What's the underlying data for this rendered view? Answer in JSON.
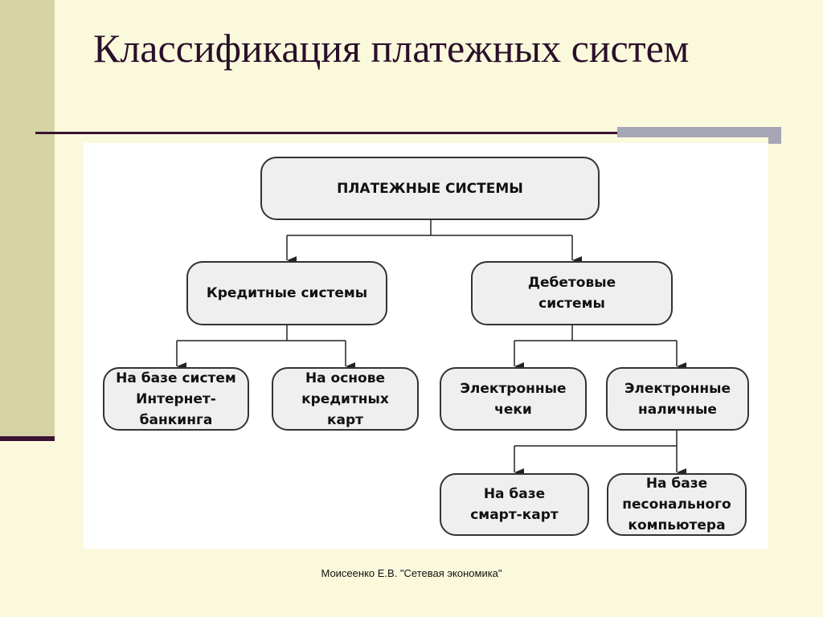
{
  "slide": {
    "title": "Классификация платежных систем",
    "footer": "Моисеенко Е.В. \"Сетевая экономика\""
  },
  "diagram": {
    "root": "ПЛАТЕЖНЫЕ СИСТЕМЫ",
    "credit": "Кредитные системы",
    "debit": "Дебетовые\nсистемы",
    "internet_banking": "На базе систем\nИнтернет-\nбанкинга",
    "credit_cards": "На основе\nкредитных\nкарт",
    "e_checks": "Электронные\nчеки",
    "e_cash": "Электронные\nналичные",
    "smart_cards": "На базе\nсмарт-карт",
    "pc_based": "На базе\nпесонального\nкомпьютера"
  }
}
